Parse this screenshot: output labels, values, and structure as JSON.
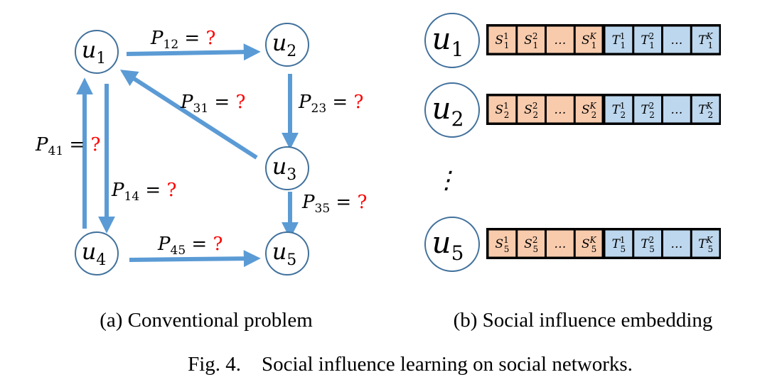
{
  "colors": {
    "arrow": "#5b9bd5",
    "node_stroke": "#41719c",
    "s_cell": "#f8cbad",
    "t_cell": "#bdd7ee",
    "question": "#ff0000"
  },
  "graph": {
    "nodes": [
      {
        "id": "1",
        "label": "u",
        "sub": "1"
      },
      {
        "id": "2",
        "label": "u",
        "sub": "2"
      },
      {
        "id": "3",
        "label": "u",
        "sub": "3"
      },
      {
        "id": "4",
        "label": "u",
        "sub": "4"
      },
      {
        "id": "5",
        "label": "u",
        "sub": "5"
      }
    ],
    "edges": [
      {
        "from": "1",
        "to": "2",
        "label": "P",
        "sub": "12",
        "eq": "=",
        "value": "?"
      },
      {
        "from": "2",
        "to": "3",
        "label": "P",
        "sub": "23",
        "eq": "=",
        "value": "?"
      },
      {
        "from": "3",
        "to": "1",
        "label": "P",
        "sub": "31",
        "eq": "=",
        "value": "?"
      },
      {
        "from": "4",
        "to": "1",
        "label": "P",
        "sub": "41",
        "eq": "=",
        "value": "?"
      },
      {
        "from": "1",
        "to": "4",
        "label": "P",
        "sub": "14",
        "eq": "=",
        "value": "?"
      },
      {
        "from": "3",
        "to": "5",
        "label": "P",
        "sub": "35",
        "eq": "=",
        "value": "?"
      },
      {
        "from": "4",
        "to": "5",
        "label": "P",
        "sub": "45",
        "eq": "=",
        "value": "?"
      }
    ]
  },
  "embedding": {
    "rows": [
      {
        "label": "u",
        "sub": "1",
        "cells": [
          [
            "S",
            "1",
            "1"
          ],
          [
            "S",
            "1",
            "2"
          ],
          [
            "…",
            "",
            ""
          ],
          [
            "S",
            "1",
            "K"
          ],
          [
            "T",
            "1",
            "1"
          ],
          [
            "T",
            "1",
            "2"
          ],
          [
            "…",
            "",
            ""
          ],
          [
            "T",
            "1",
            "K"
          ]
        ]
      },
      {
        "label": "u",
        "sub": "2",
        "cells": [
          [
            "S",
            "2",
            "1"
          ],
          [
            "S",
            "2",
            "2"
          ],
          [
            "…",
            "",
            ""
          ],
          [
            "S",
            "2",
            "K"
          ],
          [
            "T",
            "2",
            "1"
          ],
          [
            "T",
            "2",
            "2"
          ],
          [
            "…",
            "",
            ""
          ],
          [
            "T",
            "2",
            "K"
          ]
        ]
      },
      {
        "label": "u",
        "sub": "5",
        "cells": [
          [
            "S",
            "5",
            "1"
          ],
          [
            "S",
            "5",
            "2"
          ],
          [
            "…",
            "",
            ""
          ],
          [
            "S",
            "5",
            "K"
          ],
          [
            "T",
            "5",
            "1"
          ],
          [
            "T",
            "5",
            "2"
          ],
          [
            "…",
            "",
            ""
          ],
          [
            "T",
            "5",
            "K"
          ]
        ]
      }
    ],
    "ellipsis": "⋮"
  },
  "captions": {
    "a": "(a) Conventional problem",
    "b": "(b) Social influence embedding",
    "figure": "Fig. 4.    Social influence learning on social networks."
  }
}
